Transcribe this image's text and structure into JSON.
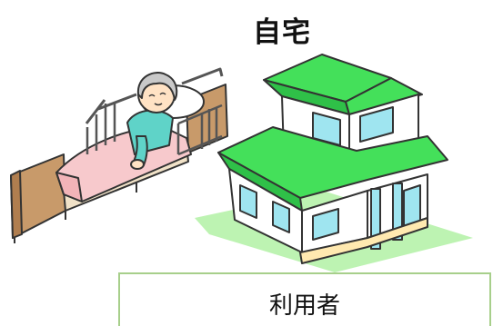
{
  "title": "自宅",
  "label": "利用者",
  "colors": {
    "roof": "#44e05a",
    "wall": "#ffffff",
    "window": "#9fe5f0",
    "lawn": "#bdf3b2",
    "bed_frame": "#c89a6a",
    "blanket": "#f7c9cc",
    "shirt": "#5fd3c8",
    "box_border": "#a7cf8b"
  },
  "icons": [
    "bed-with-elderly-person",
    "two-story-house"
  ]
}
